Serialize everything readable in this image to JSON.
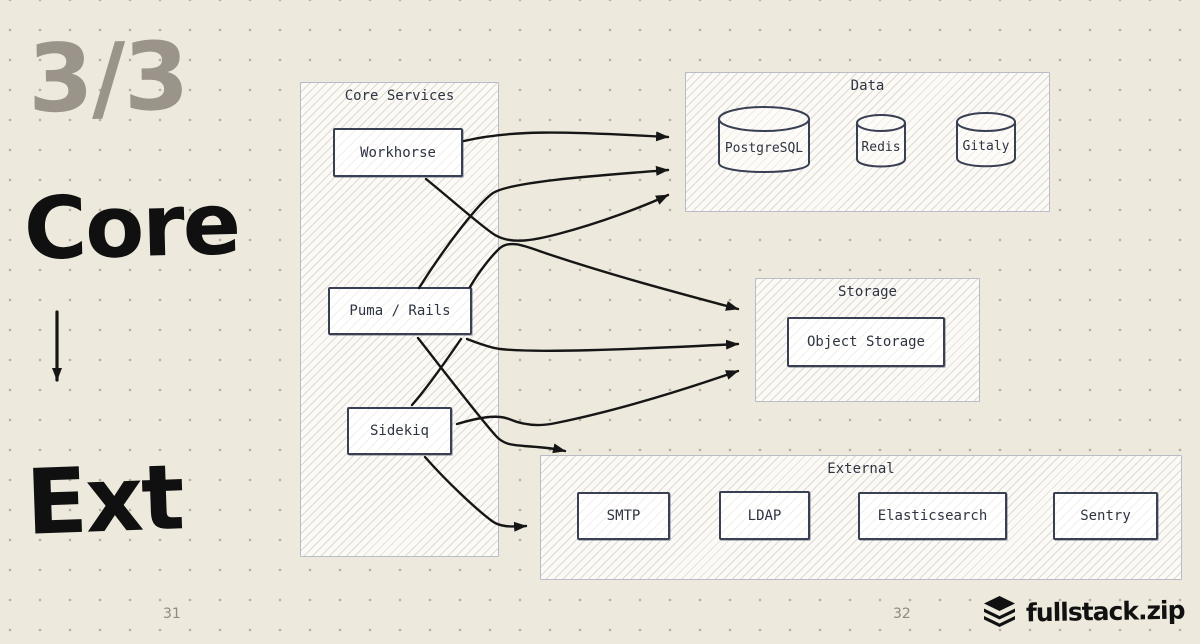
{
  "slide": {
    "progress_label": "3/3",
    "title_top": "Core",
    "title_bottom": "Ext",
    "page_number_left": "31",
    "page_number_right": "32",
    "brand_name": "fullstack.zip"
  },
  "diagram": {
    "groups": {
      "core": {
        "label": "Core Services"
      },
      "data": {
        "label": "Data"
      },
      "storage": {
        "label": "Storage"
      },
      "external": {
        "label": "External"
      }
    },
    "nodes": {
      "workhorse": {
        "label": "Workhorse",
        "shape": "rectangle",
        "group": "Core Services"
      },
      "puma": {
        "label": "Puma / Rails",
        "shape": "rectangle",
        "group": "Core Services"
      },
      "sidekiq": {
        "label": "Sidekiq",
        "shape": "rectangle",
        "group": "Core Services"
      },
      "postgresql": {
        "label": "PostgreSQL",
        "shape": "cylinder",
        "group": "Data"
      },
      "redis": {
        "label": "Redis",
        "shape": "cylinder",
        "group": "Data"
      },
      "gitaly": {
        "label": "Gitaly",
        "shape": "cylinder",
        "group": "Data"
      },
      "object_storage": {
        "label": "Object Storage",
        "shape": "rectangle",
        "group": "Storage"
      },
      "smtp": {
        "label": "SMTP",
        "shape": "rectangle",
        "group": "External"
      },
      "ldap": {
        "label": "LDAP",
        "shape": "rectangle",
        "group": "External"
      },
      "elasticsearch": {
        "label": "Elasticsearch",
        "shape": "rectangle",
        "group": "External"
      },
      "sentry": {
        "label": "Sentry",
        "shape": "rectangle",
        "group": "External"
      }
    },
    "edges": [
      {
        "from": "Workhorse",
        "to": "Data",
        "arrow": true
      },
      {
        "from": "Puma / Rails",
        "to": "Data",
        "arrow": true
      },
      {
        "from": "Workhorse",
        "to": "Data",
        "arrow": true
      },
      {
        "from": "Puma / Rails",
        "to": "Storage",
        "arrow": true
      },
      {
        "from": "Puma / Rails",
        "to": "Storage",
        "arrow": true
      },
      {
        "from": "Sidekiq",
        "to": "Storage",
        "arrow": true
      },
      {
        "from": "Puma / Rails",
        "to": "External",
        "arrow": true
      },
      {
        "from": "Sidekiq",
        "to": "External",
        "arrow": true
      },
      {
        "from": "Puma / Rails",
        "to": "Sidekiq",
        "arrow": false
      }
    ]
  },
  "colors": {
    "background": "#EDE9DC",
    "ink": "#161616",
    "node_border": "#3a4054",
    "node_text": "#2e3442",
    "container_border": "#b9bbc7",
    "progress_gray": "#9a948a",
    "page_number": "#8f8a7d"
  }
}
